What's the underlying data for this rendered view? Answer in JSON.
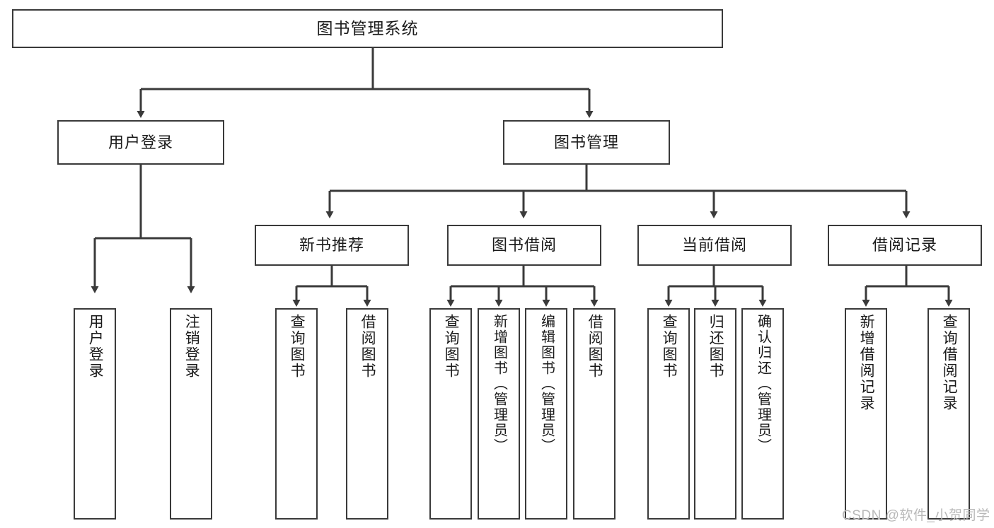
{
  "diagram": {
    "title": "图书管理系统",
    "type": "hierarchy-tree",
    "watermark": "CSDN @软件_小贺同学",
    "colors": {
      "background": "#ffffff",
      "box_border": "#3a3a3a",
      "box_fill": "#ffffff",
      "edge": "#3a3a3a",
      "text": "#1a1a1a",
      "watermark": "#b9b9b9"
    },
    "levels": {
      "root": {
        "label": "图书管理系统"
      },
      "level2": [
        {
          "label": "用户登录"
        },
        {
          "label": "图书管理"
        }
      ],
      "level3": [
        {
          "label": "新书推荐"
        },
        {
          "label": "图书借阅"
        },
        {
          "label": "当前借阅"
        },
        {
          "label": "借阅记录"
        }
      ],
      "leaves": {
        "user_login": [
          {
            "label": "用户登录"
          },
          {
            "label": "注销登录"
          }
        ],
        "new_book_recommend": [
          {
            "label": "查询图书"
          },
          {
            "label": "借阅图书"
          }
        ],
        "book_borrow": [
          {
            "label": "查询图书"
          },
          {
            "label": "新增图书（管理员）"
          },
          {
            "label": "编辑图书（管理员）"
          },
          {
            "label": "借阅图书"
          }
        ],
        "current_borrow": [
          {
            "label": "查询图书"
          },
          {
            "label": "归还图书"
          },
          {
            "label": "确认归还（管理员）"
          }
        ],
        "borrow_record": [
          {
            "label": "新增借阅记录"
          },
          {
            "label": "查询借阅记录"
          }
        ]
      }
    }
  }
}
